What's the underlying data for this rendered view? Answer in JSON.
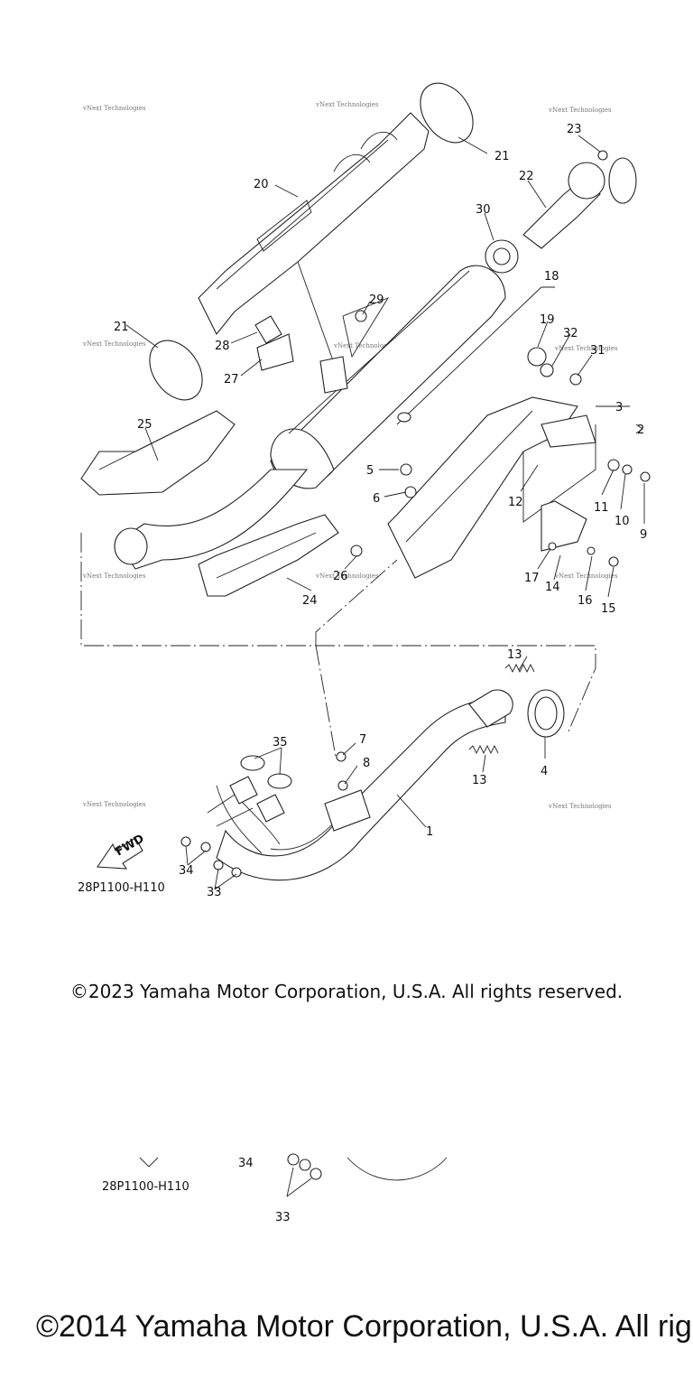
{
  "diagram": {
    "code": "28P1100-H110",
    "fwd_label": "FWD",
    "watermark": "vNext Technologies",
    "callouts": [
      "1",
      "2",
      "3",
      "4",
      "5",
      "6",
      "7",
      "8",
      "9",
      "10",
      "11",
      "12",
      "13",
      "13",
      "14",
      "15",
      "16",
      "17",
      "18",
      "19",
      "20",
      "21",
      "21",
      "22",
      "23",
      "24",
      "25",
      "26",
      "27",
      "28",
      "29",
      "30",
      "31",
      "32",
      "33",
      "34",
      "35"
    ]
  },
  "copyright_1": "©2023 Yamaha Motor Corporation, U.S.A. All rights reserved.",
  "crop": {
    "code": "28P1100-H110",
    "label_34": "34",
    "label_33": "33"
  },
  "copyright_2": "©2014 Yamaha Motor Corporation, U.S.A. All rig"
}
